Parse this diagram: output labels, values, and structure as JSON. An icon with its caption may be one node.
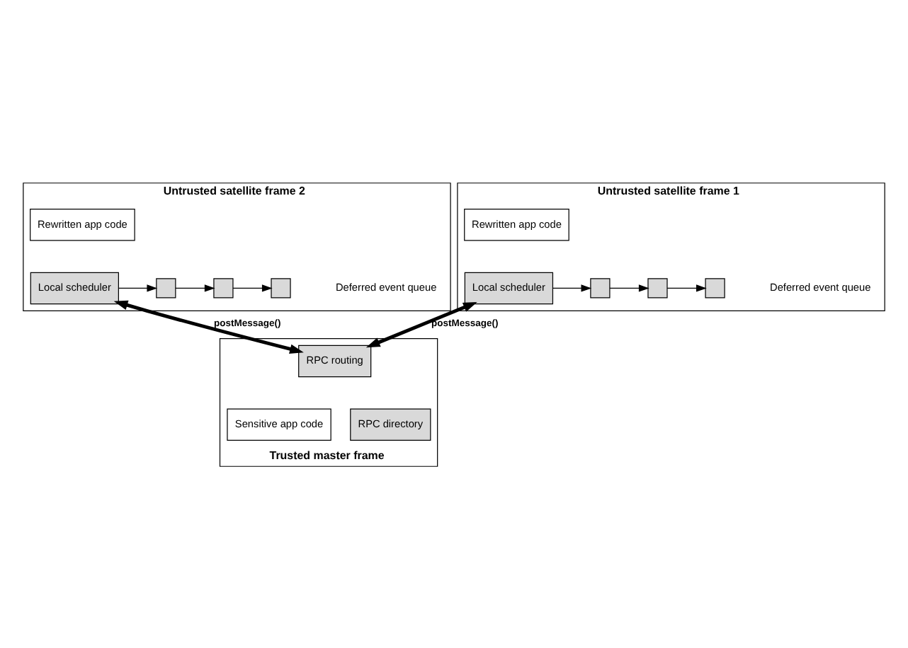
{
  "diagram": {
    "nodes": [
      {
        "text": [
          "Untrusted satellite frame 1"
        ]
      },
      {
        "text": [
          "Rewritten app code"
        ],
        "in": 0
      },
      {
        "text": [
          "Local scheduler"
        ],
        "in": 0
      },
      {
        "text": [],
        "shape": "box",
        "in": 0
      },
      {
        "text": [],
        "shape": "box",
        "in": 0
      },
      {
        "text": [],
        "shape": "box",
        "in": 0
      },
      {
        "text": [
          "Untrusted satellite frame 2"
        ]
      },
      {
        "text": [
          "Rewritten app code"
        ],
        "in": 6
      },
      {
        "text": [
          "Local scheduler"
        ],
        "in": 6
      },
      {
        "text": [],
        "shape": "box",
        "in": 6
      },
      {
        "text": [],
        "shape": "box",
        "in": 6
      },
      {
        "text": [],
        "shape": "box",
        "in": 6
      },
      {
        "text": [
          "Trusted master frame"
        ]
      },
      {
        "text": [
          "RPC routing"
        ],
        "in": 12
      },
      {
        "text": [
          "Sensitive app code"
        ],
        "in": 12
      },
      {
        "text": [
          "RPC directory"
        ],
        "in": 12
      }
    ],
    "edges": [
      {
        "from": 2,
        "to": 3,
        "arrow": "to"
      },
      {
        "from": 3,
        "to": 4,
        "arrow": "to"
      },
      {
        "from": 4,
        "to": 5,
        "arrow": "to"
      },
      {
        "from": 8,
        "to": 9,
        "arrow": "to"
      },
      {
        "from": 9,
        "to": 10,
        "arrow": "to"
      },
      {
        "from": 10,
        "to": 11,
        "arrow": "to"
      },
      {
        "from": 2,
        "to": 13,
        "arrow": "both",
        "label": "postMessage()",
        "style": "thick"
      },
      {
        "from": 8,
        "to": 13,
        "arrow": "both",
        "label": "postMessage()",
        "style": "thick"
      }
    ],
    "labels": [
      "Deferred event queue",
      "Deferred event queue"
    ]
  }
}
